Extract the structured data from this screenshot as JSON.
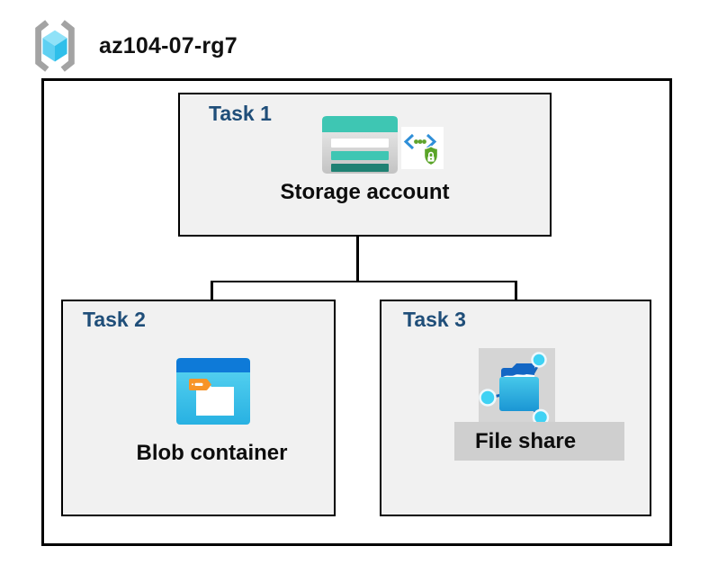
{
  "header": {
    "resource_group": "az104-07-rg7"
  },
  "tasks": [
    {
      "label": "Task 1",
      "item": "Storage account"
    },
    {
      "label": "Task 2",
      "item": "Blob container"
    },
    {
      "label": "Task 3",
      "item": "File share"
    }
  ],
  "icons": {
    "resource_group": "resource-group-brackets-cube",
    "task1_main": "storage-account",
    "task1_badge": "shared-access-signature-shield-lock",
    "task2_main": "blob-container-folder",
    "task3_main": "file-share-network-folder"
  },
  "colors": {
    "task_label": "#1f4e79",
    "box_fill": "#f1f1f1",
    "box_border": "#000000",
    "connector": "#000000",
    "storage_teal": "#3ec6b3",
    "storage_dark_teal": "#1f8173",
    "blob_blue": "#0e7ad8",
    "blob_cyan": "#2ab4e3",
    "fileshare_highlight": "#cfcfcf",
    "shield_green": "#5aa428",
    "chevron_blue": "#2f8fd8"
  }
}
